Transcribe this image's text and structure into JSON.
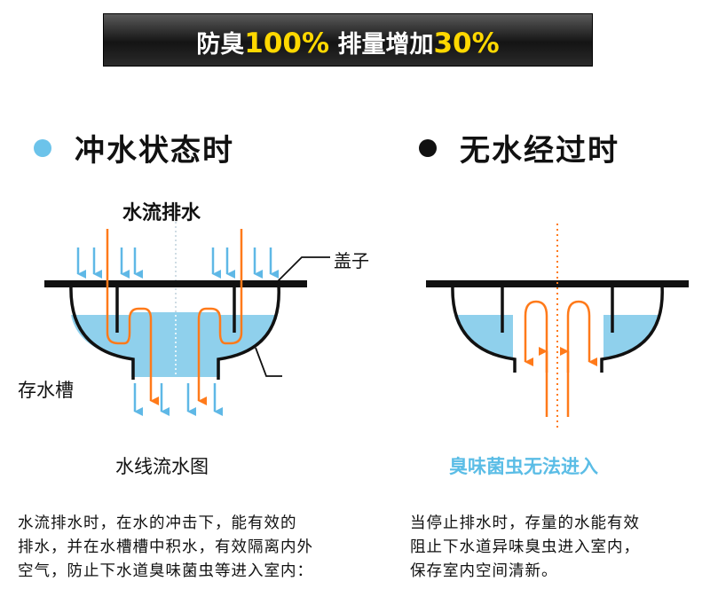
{
  "banner": {
    "part1": "防臭",
    "part1_value": "100%",
    "part2": "排量增加",
    "part2_value": "30%"
  },
  "left": {
    "title": "冲水状态时",
    "dot_color": "#6cc3ea",
    "flow_label": "水流排水",
    "lid_label": "盖子",
    "tank_label": "存水槽",
    "caption": "水线流水图",
    "description": [
      "水流排水时，在水的冲击下，能有效的",
      "排水，并在水槽槽中积水，有效隔离内外",
      "空气，防止下水道臭味菌虫等进入室内："
    ]
  },
  "right": {
    "title": "无水经过时",
    "dot_color": "#111111",
    "caption": "臭味菌虫无法进入",
    "caption_color": "#5bbde6",
    "description": [
      "当停止排水时，存量的水能有效",
      "阻止下水道异味臭虫进入室内，",
      "保存室内空间清新。"
    ]
  },
  "colors": {
    "water": "#8fd0ec",
    "flow_arrow": "#ff7a1a",
    "down_arrow": "#5fb8e6"
  }
}
